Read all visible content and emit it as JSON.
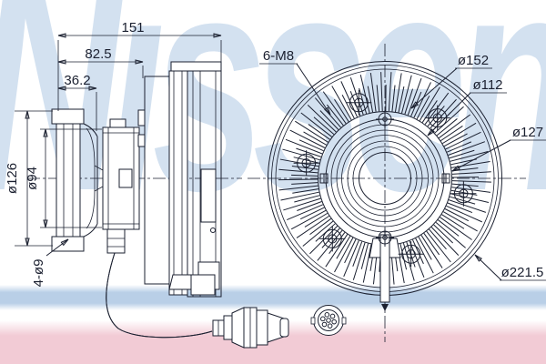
{
  "watermark": {
    "text": "Nissens"
  },
  "colors": {
    "ink": "#1b2030",
    "watermark_blue": "#a9c5e2",
    "band_blue": "#b9cfe7",
    "band_pink": "#f2cbd5",
    "paper": "#ffffff"
  },
  "side_view": {
    "dim_length_total": "151",
    "dim_length_body": "82.5",
    "dim_length_front": "36.2",
    "dim_flange_diameter": "ø126",
    "dim_pilot_diameter": "ø94",
    "dim_mount_holes": "4-ø9"
  },
  "front_view": {
    "dim_bolts": "6-M8",
    "dim_bolt_circle": "ø152",
    "dim_inner_diameter": "ø112",
    "dim_mid_diameter": "ø127",
    "dim_outer_diameter": "ø221.5"
  }
}
